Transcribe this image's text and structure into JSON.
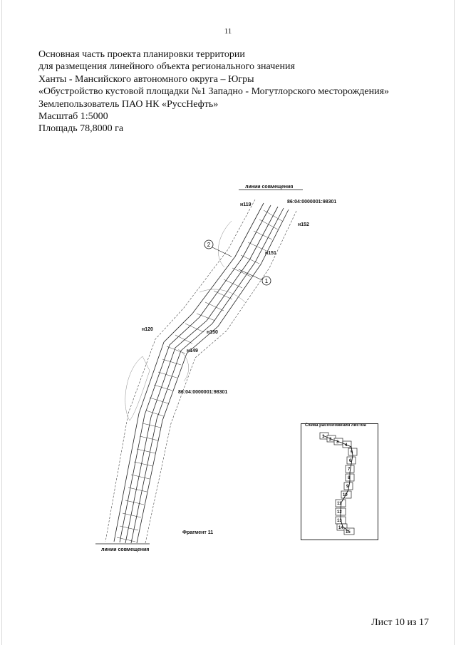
{
  "page_number": "11",
  "header": {
    "lines": [
      "Основная часть проекта планировки территории",
      "для размещения линейного объекта  регионального значения",
      " Ханты - Мансийского автономного  округа – Югры",
      "«Обустройство кустовой площадки №1 Западно - Могутлорского месторождения»",
      "Землепользователь  ПАО НК «РуссНефть»",
      "Масштаб 1:5000",
      "Площадь 78,8000 га"
    ]
  },
  "drawing": {
    "top_label": "линии совмещения",
    "bottom_label": "линии совмещения",
    "cadastral_top": "86:04:0000001:98301",
    "cadastral_mid": "86:04:0000001:98301",
    "points": {
      "n119": "н119",
      "n152": "н152",
      "n151": "н151",
      "n120": "н120",
      "n150": "н150",
      "n149": "н149"
    },
    "callouts": {
      "c1": "1",
      "c2": "2"
    },
    "fragment_label": "Фрагмент 11"
  },
  "scheme": {
    "title": "Схема расположения листов",
    "sheets": [
      "1",
      "2",
      "3",
      "4",
      "5",
      "6",
      "7",
      "8",
      "9",
      "10",
      "11",
      "12",
      "13",
      "14",
      "15"
    ]
  },
  "footer": {
    "sheet_label": "Лист 10 из 17"
  }
}
